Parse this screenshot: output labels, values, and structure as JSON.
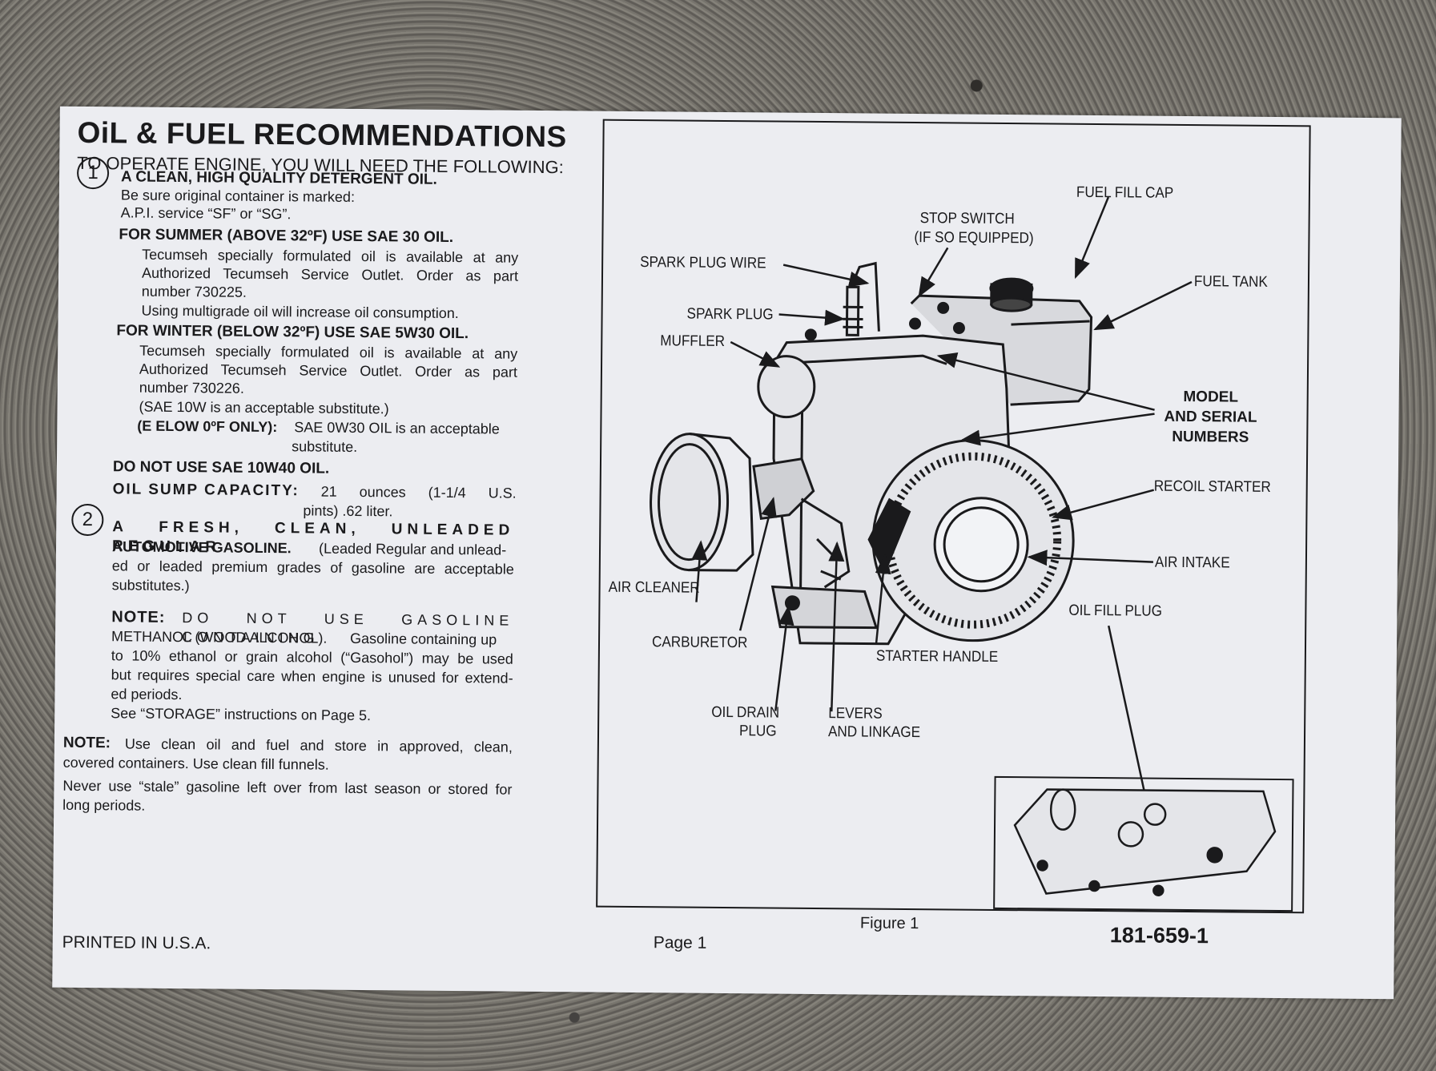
{
  "header": {
    "title": "OiL & FUEL RECOMMENDATIONS",
    "subtitle": "TO OPERATE ENGINE, YOU WILL NEED THE FOLLOWING:"
  },
  "step1": {
    "number": "1",
    "heading": "A CLEAN, HIGH QUALITY DETERGENT OIL.",
    "line1": "Be sure original container is marked:",
    "line2": "A.P.I. service “SF” or “SG”.",
    "summer_heading": "FOR SUMMER (ABOVE 32ºF) USE SAE 30 OIL.",
    "summer_l1": "Tecumseh specially formulated oil is available at any",
    "summer_l2": "Authorized Tecumseh Service Outlet. Order as part",
    "summer_l3": "number 730225.",
    "summer_l4": "Using multigrade oil will increase oil consumption.",
    "winter_heading": "FOR WINTER (BELOW 32ºF) USE SAE 5W30 OIL.",
    "winter_l1": "Tecumseh specially formulated oil is available at any",
    "winter_l2": "Authorized Tecumseh Service Outlet. Order as part",
    "winter_l3": "number 730226.",
    "winter_l4": "(SAE 10W is an acceptable substitute.)",
    "below_heading": "(E ELOW 0ºF ONLY):",
    "below_text": "SAE 0W30 OIL is an acceptable",
    "below_text2": "substitute.",
    "do_not_use": "DO NOT USE SAE 10W40 OIL.",
    "sump_label": "OIL SUMP CAPACITY:",
    "sump_text": "21 ounces (1-1/4 U.S.",
    "sump_text2": "pints) .62 liter."
  },
  "step2": {
    "number": "2",
    "heading1": "A FRESH, CLEAN, UNLEADED REGULAR",
    "heading2": "AUTOMOTIVE GASOLINE.",
    "text1": "(Leaded Regular and unlead-",
    "text2": "ed or leaded premium grades of gasoline are acceptable",
    "text3": "substitutes.)",
    "note_label": "NOTE:",
    "note_l1": "DO NOT USE GASOLINE CONTAINING",
    "note_l2": "METHANOL (WOOD ALCOHOL).",
    "note_l2b": "Gasoline containing up",
    "note_l3": "to 10% ethanol or grain alcohol (“Gasohol”) may be used",
    "note_l4": "but requires special care when engine is unused for extend-",
    "note_l5": "ed periods.",
    "note_l6": "See “STORAGE” instructions on Page 5."
  },
  "general_note": {
    "label": "NOTE:",
    "l1": "Use clean oil and fuel and store in approved, clean,",
    "l2": "covered containers. Use clean fill funnels.",
    "l3": "Never use “stale” gasoline left over from last season or stored for",
    "l4": "long periods."
  },
  "figure": {
    "caption": "Figure 1",
    "labels": {
      "fuel_fill_cap": "FUEL FILL CAP",
      "stop_switch": "STOP SWITCH",
      "stop_switch2": "(IF SO EQUIPPED)",
      "fuel_tank": "FUEL TANK",
      "spark_plug_wire": "SPARK PLUG WIRE",
      "spark_plug": "SPARK PLUG",
      "muffler": "MUFFLER",
      "model_serial1": "MODEL",
      "model_serial2": "AND SERIAL",
      "model_serial3": "NUMBERS",
      "recoil_starter": "RECOIL STARTER",
      "air_intake": "AIR INTAKE",
      "air_cleaner": "AIR CLEANER",
      "oil_fill_plug": "OIL FILL PLUG",
      "carburetor": "CARBURETOR",
      "starter_handle": "STARTER HANDLE",
      "oil_drain1": "OIL DRAIN",
      "oil_drain2": "PLUG",
      "levers1": "LEVERS",
      "levers2": "AND LINKAGE"
    }
  },
  "footer": {
    "printed": "PRINTED IN U.S.A.",
    "page": "Page 1",
    "doc_number": "181-659-1"
  }
}
